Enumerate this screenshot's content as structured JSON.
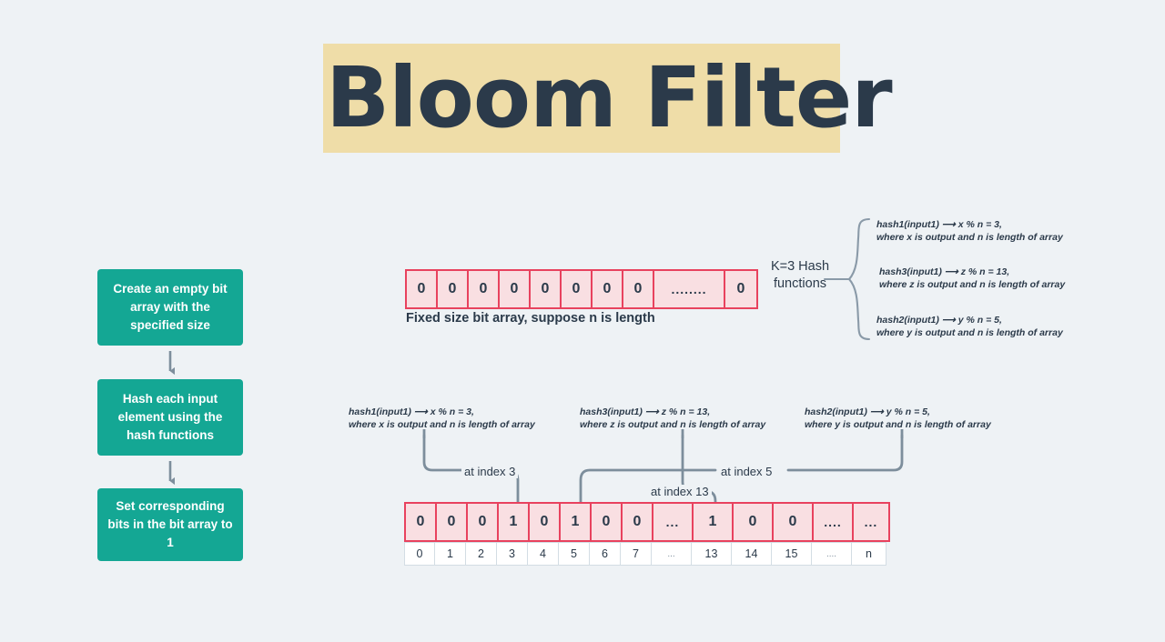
{
  "page": {
    "background_color": "#eef2f5",
    "title": "Bloom Filter",
    "title_banner_color": "#efdda8",
    "title_text_color": "#2b3a4a"
  },
  "flow": {
    "box_color": "#14a794",
    "box_text_color": "#ffffff",
    "arrow_color": "#7d8e9c",
    "steps": [
      {
        "label": "Create an empty bit array with the specified size"
      },
      {
        "label": "Hash each input element using the hash functions"
      },
      {
        "label": "Set corresponding bits in the bit array to 1"
      }
    ]
  },
  "top_array": {
    "caption": "Fixed size bit array, suppose n is length",
    "border_color": "#e8425e",
    "fill_color": "#f9dfe2",
    "cells": [
      {
        "value": "0",
        "width": 34
      },
      {
        "value": "0",
        "width": 34
      },
      {
        "value": "0",
        "width": 34
      },
      {
        "value": "0",
        "width": 34
      },
      {
        "value": "0",
        "width": 34
      },
      {
        "value": "0",
        "width": 34
      },
      {
        "value": "0",
        "width": 34
      },
      {
        "value": "0",
        "width": 34
      },
      {
        "value": "........",
        "width": 78,
        "dots": true
      },
      {
        "value": "0",
        "width": 34
      }
    ]
  },
  "hash_legend": {
    "title": "K=3 Hash functions",
    "title_line1": "K=3 Hash",
    "title_line2": "functions",
    "brace_color": "#8a9aa8",
    "functions": [
      {
        "line1": "hash1(input1) ⟶ x % n = 3,",
        "line2": "where x is output and n is length of array"
      },
      {
        "line1": "hash3(input1) ⟶ z % n = 13,",
        "line2": "where z is output and n is length of array"
      },
      {
        "line1": "hash2(input1) ⟶ y % n = 5,",
        "line2": "where y is output and n is length of array"
      }
    ]
  },
  "lower_hashes": [
    {
      "line1": "hash1(input1) ⟶ x % n = 3,",
      "line2": "where x is output and n is length of array"
    },
    {
      "line1": "hash3(input1) ⟶ z % n = 13,",
      "line2": "where z is output and n is length of array"
    },
    {
      "line1": "hash2(input1) ⟶ y % n = 5,",
      "line2": "where y is output and n is length of array"
    }
  ],
  "index_callouts": [
    {
      "label": "at index 3"
    },
    {
      "label": "at index 5"
    },
    {
      "label": "at index 13"
    }
  ],
  "connector_color": "#7d8e9c",
  "bottom_array": {
    "border_color": "#e8425e",
    "fill_color": "#f9dfe2",
    "bits": [
      {
        "value": "0",
        "width": 34
      },
      {
        "value": "0",
        "width": 34
      },
      {
        "value": "0",
        "width": 34
      },
      {
        "value": "1",
        "width": 34
      },
      {
        "value": "0",
        "width": 34
      },
      {
        "value": "1",
        "width": 34
      },
      {
        "value": "0",
        "width": 34
      },
      {
        "value": "0",
        "width": 34
      },
      {
        "value": "...",
        "width": 44,
        "dots": true
      },
      {
        "value": "1",
        "width": 44
      },
      {
        "value": "0",
        "width": 44
      },
      {
        "value": "0",
        "width": 44
      },
      {
        "value": "....",
        "width": 44,
        "dots": true
      },
      {
        "value": "...",
        "width": 38,
        "dots": true
      }
    ],
    "indices": [
      {
        "value": "0",
        "width": 34
      },
      {
        "value": "1",
        "width": 34
      },
      {
        "value": "2",
        "width": 34
      },
      {
        "value": "3",
        "width": 34
      },
      {
        "value": "4",
        "width": 34
      },
      {
        "value": "5",
        "width": 34
      },
      {
        "value": "6",
        "width": 34
      },
      {
        "value": "7",
        "width": 34
      },
      {
        "value": "...",
        "width": 44,
        "dots": true
      },
      {
        "value": "13",
        "width": 44
      },
      {
        "value": "14",
        "width": 44
      },
      {
        "value": "15",
        "width": 44
      },
      {
        "value": "....",
        "width": 44,
        "dots": true
      },
      {
        "value": "n",
        "width": 38
      }
    ]
  }
}
